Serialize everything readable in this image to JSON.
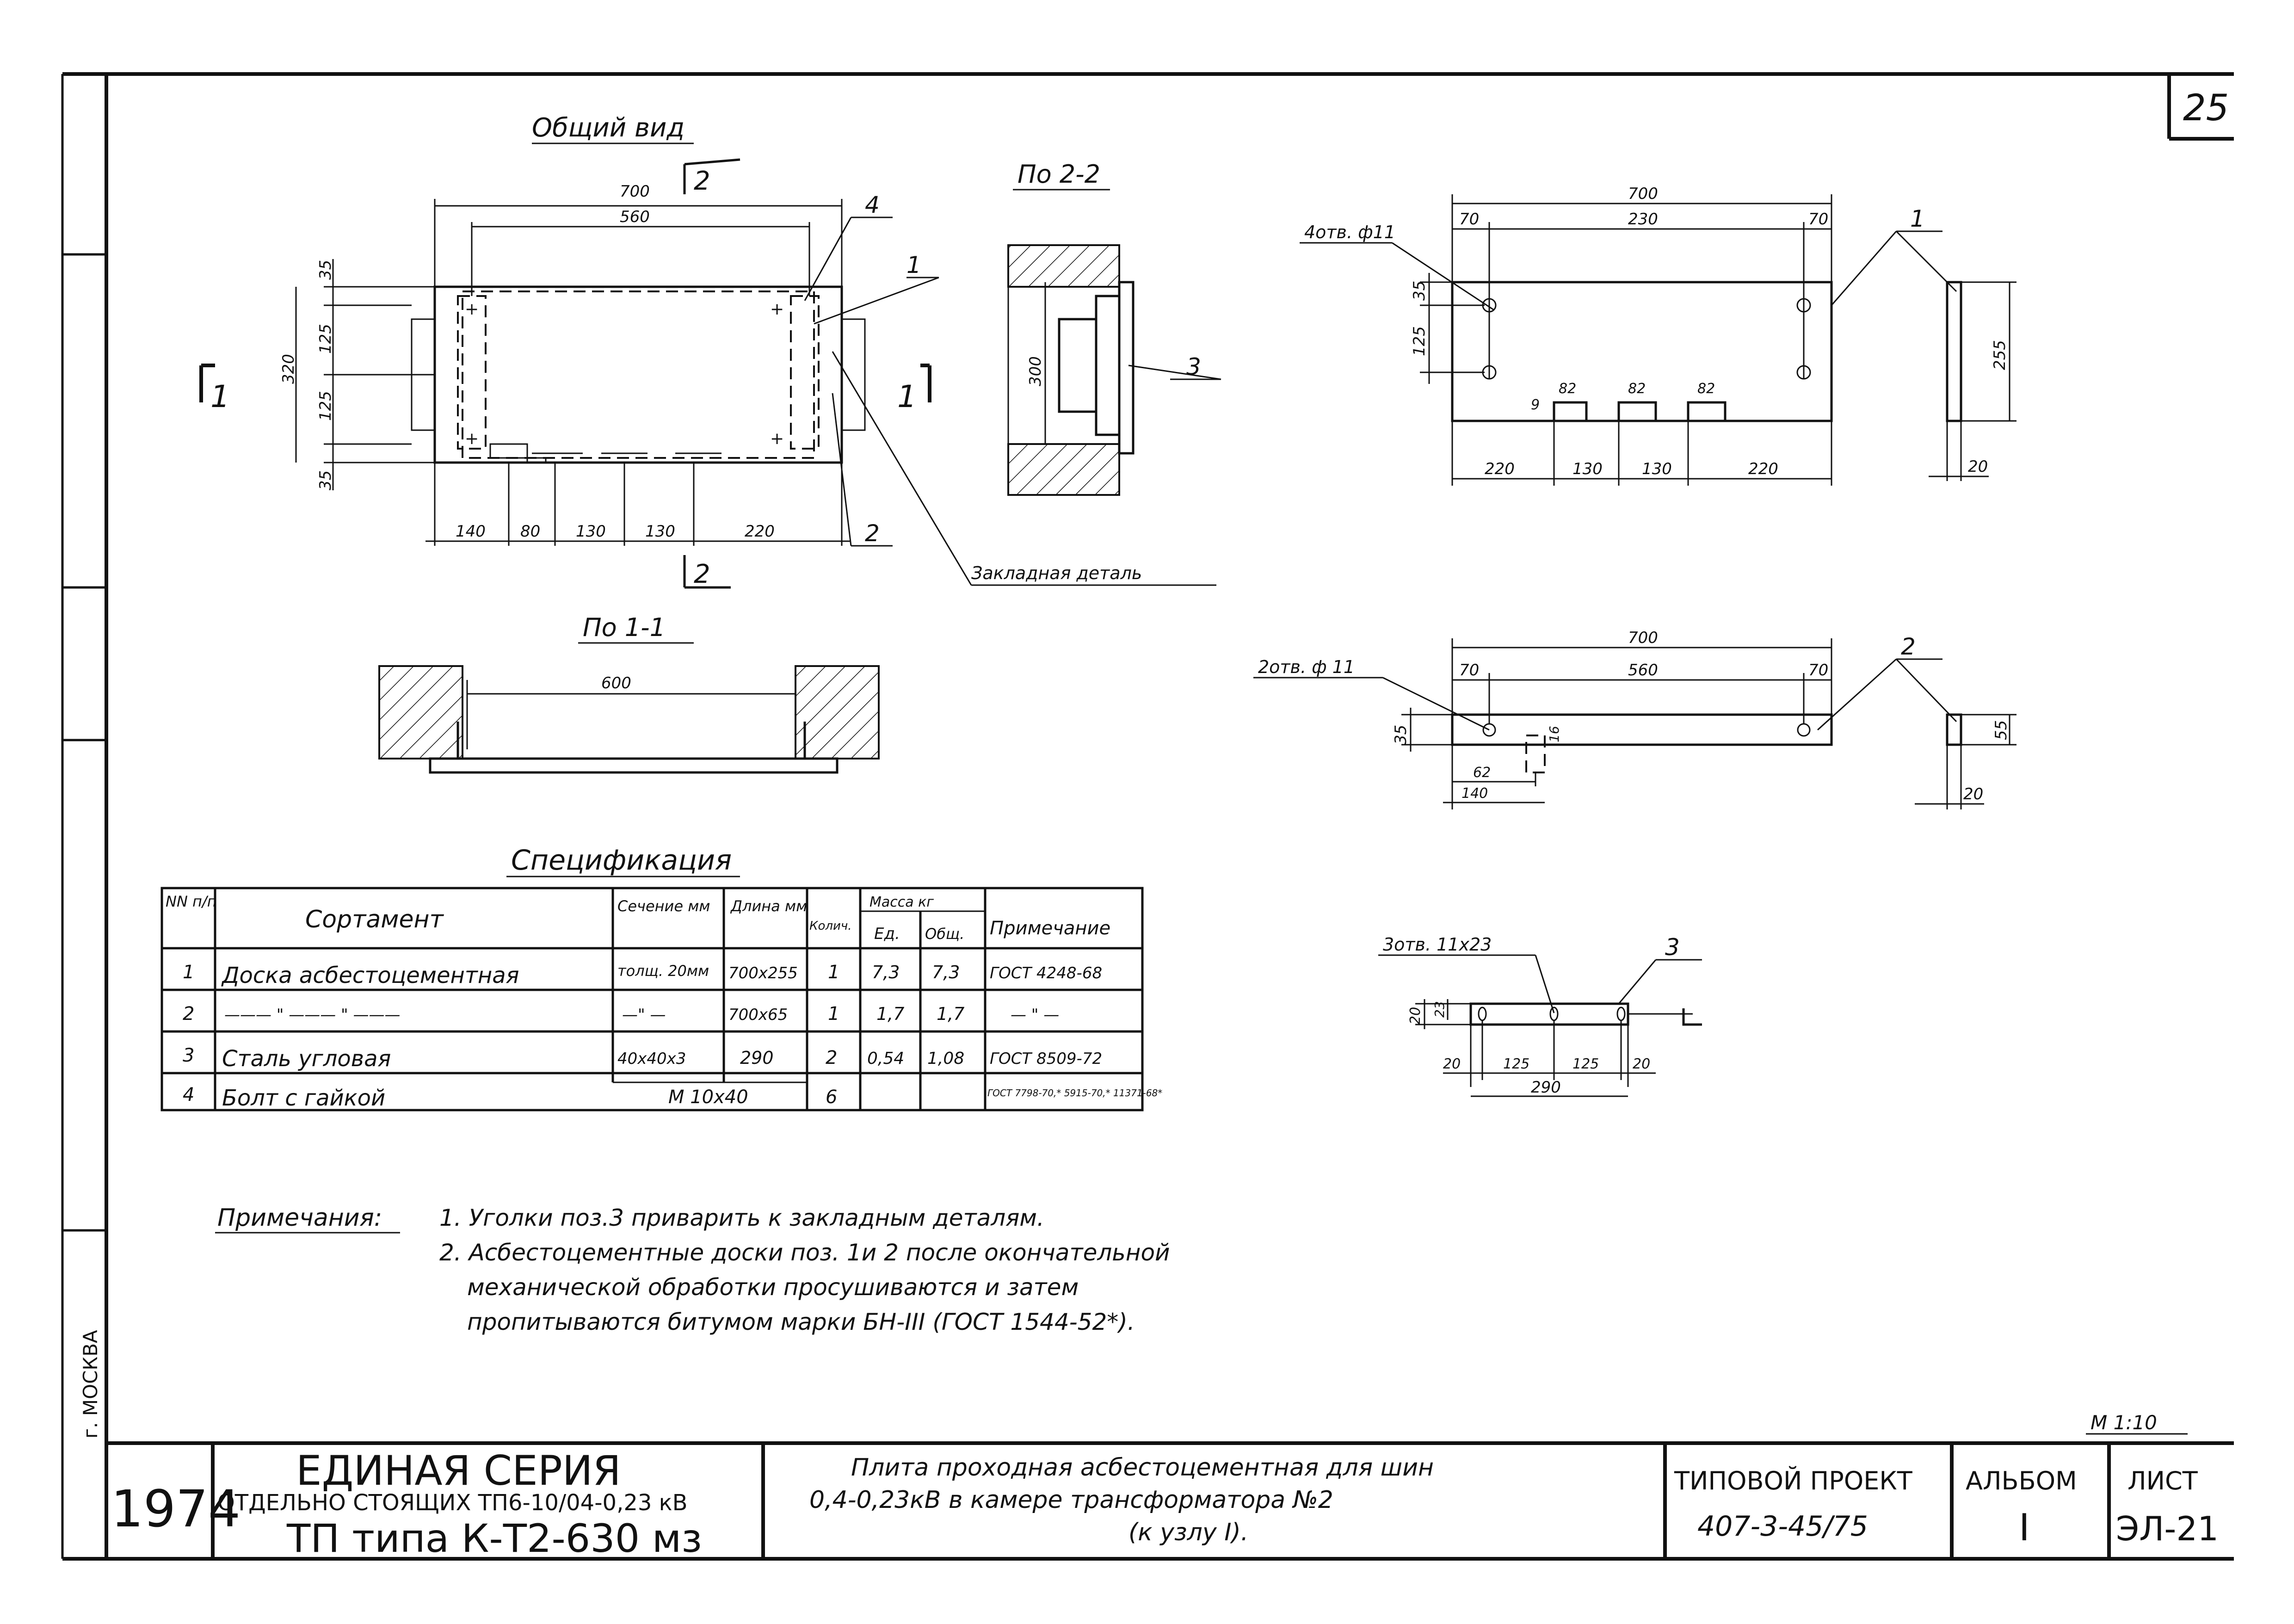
{
  "sheet_number": "25",
  "views": {
    "general": {
      "title": "Общий вид",
      "section_2_marker": "2",
      "section_1_marker": "1",
      "dims_top": [
        "700",
        "560"
      ],
      "dims_left": [
        "35",
        "125",
        "320",
        "125",
        "35"
      ],
      "dims_bottom": [
        "140",
        "80",
        "130",
        "130",
        "220"
      ],
      "callouts": [
        "4",
        "1",
        "2"
      ],
      "embedded_part": "Закладная деталь"
    },
    "section_2_2": {
      "title": "По 2-2",
      "dim": "300",
      "callout": "3"
    },
    "section_1_1": {
      "title": "По 1-1",
      "dim": "600"
    },
    "part1": {
      "holes": "4отв. ф11",
      "dims_top": [
        "700",
        "70",
        "230",
        "70"
      ],
      "dims_left": [
        "35",
        "125"
      ],
      "dims_slots": [
        "9",
        "82",
        "82",
        "82"
      ],
      "dims_bottom": [
        "220",
        "130",
        "130",
        "220"
      ],
      "side_dims": [
        "255",
        "20"
      ],
      "callout": "1"
    },
    "part2": {
      "holes": "2отв. ф 11",
      "dims_top": [
        "700",
        "70",
        "560",
        "70"
      ],
      "dims_left": [
        "35",
        "62",
        "140"
      ],
      "dim_small": "16",
      "side_dims": [
        "55",
        "20"
      ],
      "callout": "2"
    },
    "part3": {
      "holes": "3отв. 11х23",
      "dims_left": [
        "20",
        "23"
      ],
      "dims_bottom": [
        "20",
        "125",
        "125",
        "20"
      ],
      "dim_total": "290",
      "callout": "3"
    }
  },
  "spec": {
    "title": "Спецификация",
    "headers": {
      "num": "NN п/п",
      "name": "Сортамент",
      "section": "Сечение мм",
      "length": "Длина мм",
      "qty": "Колич.",
      "mass": "Масса кг",
      "mass_unit": "Ед.",
      "mass_total": "Общ.",
      "note": "Примечание"
    },
    "rows": [
      {
        "num": "1",
        "name": "Доска асбестоцементная",
        "section": "толщ. 20мм",
        "length": "700х255",
        "qty": "1",
        "unit": "7,3",
        "total": "7,3",
        "note": "ГОСТ 4248-68"
      },
      {
        "num": "2",
        "name": "——— \" ——— \" ———",
        "section": "—\" —",
        "length": "700х65",
        "qty": "1",
        "unit": "1,7",
        "total": "1,7",
        "note": "— \" —"
      },
      {
        "num": "3",
        "name": "Сталь угловая",
        "section": "40х40х3",
        "length": "290",
        "qty": "2",
        "unit": "0,54",
        "total": "1,08",
        "note": "ГОСТ 8509-72"
      },
      {
        "num": "4",
        "name": "Болт с гайкой",
        "section": "М 10х40",
        "length": "",
        "qty": "6",
        "unit": "",
        "total": "",
        "note": "ГОСТ 7798-70,* 5915-70,* 11371-68*"
      }
    ]
  },
  "notes": {
    "label": "Примечания:",
    "lines": [
      "1. Уголки поз.3 приварить к закладным деталям.",
      "2. Асбестоцементные доски поз. 1и 2 после окончательной",
      "механической обработки просушиваются и затем",
      "пропитываются битумом марки БН-III (ГОСТ 1544-52*)."
    ]
  },
  "scale": "М 1:10",
  "left_margin": "г. МОСКВА",
  "title_block": {
    "year": "1974",
    "series": "ЕДИНАЯ СЕРИЯ",
    "series_sub": "ОТДЕЛЬНО СТОЯЩИХ ТП6-10/04-0,23 кВ",
    "tp_type": "ТП типа К-Т2-630 мз",
    "title_line1": "Плита проходная асбестоцементная для шин",
    "title_line2": "0,4-0,23кВ в камере трансформатора №2",
    "title_line3": "(к узлу I).",
    "project_label": "ТИПОВОЙ ПРОЕКТ",
    "project_number": "407-3-45/75",
    "album_label": "АЛЬБОМ",
    "album_value": "I",
    "sheet_label": "ЛИСТ",
    "sheet_value": "ЭЛ-21"
  }
}
